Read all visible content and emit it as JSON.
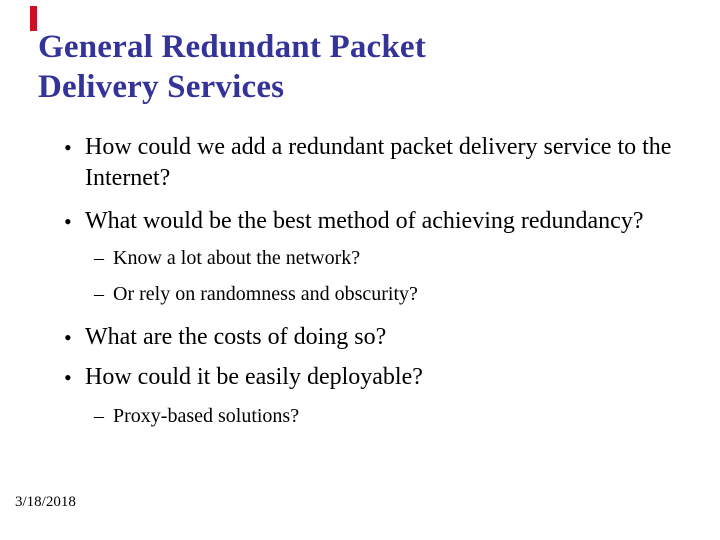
{
  "slide": {
    "title": "General Redundant Packet Delivery Services",
    "markers": {
      "level1": "•",
      "level2": "–"
    },
    "bullets": [
      {
        "level": 1,
        "text": "How could we add a redundant packet delivery service to the Internet?"
      },
      {
        "level": 1,
        "text": "What would be the best method of achieving redundancy?"
      },
      {
        "level": 2,
        "text": "Know a lot about the network?"
      },
      {
        "level": 2,
        "text": "Or rely on randomness and obscurity?"
      },
      {
        "level": 1,
        "text": "What are the costs of doing so?"
      },
      {
        "level": 1,
        "text": "How could it be easily deployable?"
      },
      {
        "level": 2,
        "text": "Proxy-based solutions?"
      }
    ],
    "footer": {
      "date": "3/18/2018"
    },
    "colors": {
      "background": "#ffffff",
      "title": "#333399",
      "body": "#000000",
      "accent_bar": "#cc1126"
    }
  }
}
